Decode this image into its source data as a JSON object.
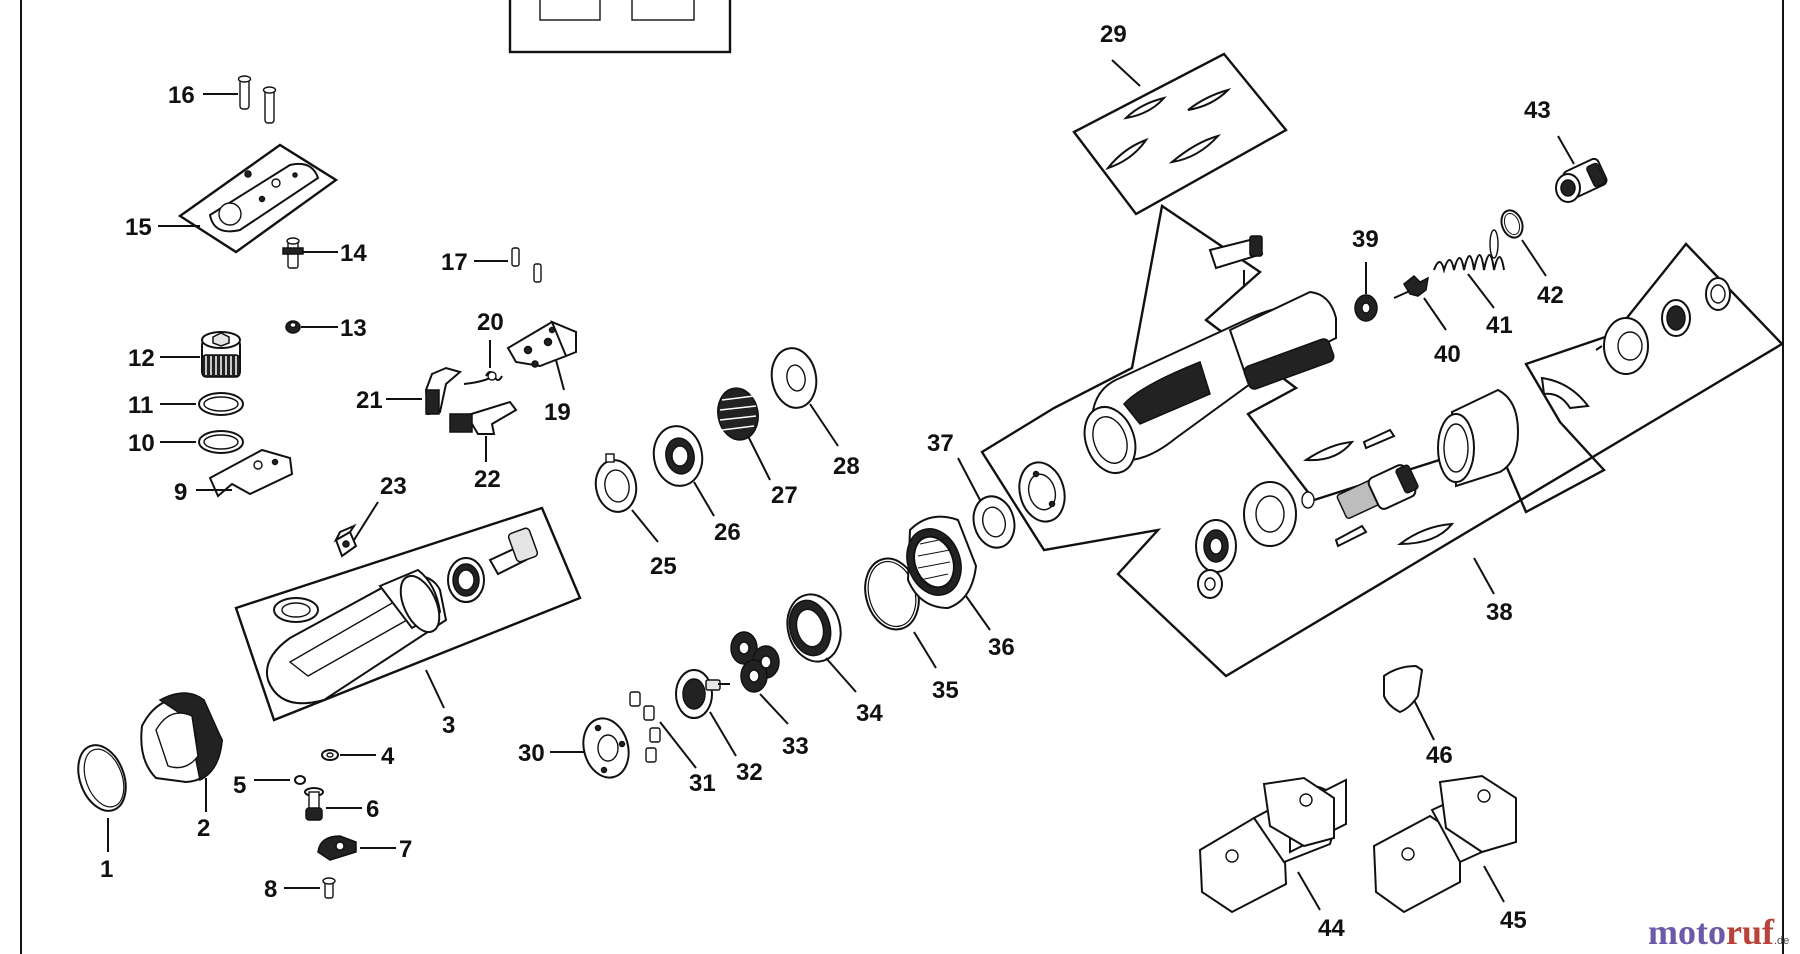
{
  "callouts": {
    "c1": "1",
    "c2": "2",
    "c3": "3",
    "c4": "4",
    "c5": "5",
    "c6": "6",
    "c7": "7",
    "c8": "8",
    "c9": "9",
    "c10": "10",
    "c11": "11",
    "c12": "12",
    "c13": "13",
    "c14": "14",
    "c15": "15",
    "c16": "16",
    "c17": "17",
    "c19": "19",
    "c20": "20",
    "c21": "21",
    "c22": "22",
    "c23": "23",
    "c25": "25",
    "c26": "26",
    "c27": "27",
    "c28": "28",
    "c29": "29",
    "c30": "30",
    "c31": "31",
    "c32": "32",
    "c33": "33",
    "c34": "34",
    "c35": "35",
    "c36": "36",
    "c37": "37",
    "c38": "38",
    "c39": "39",
    "c40": "40",
    "c41": "41",
    "c42": "42",
    "c43": "43",
    "c44": "44",
    "c45": "45",
    "c46": "46"
  },
  "watermark": {
    "part1": "moto",
    "part2": "ruf",
    "suffix": ".de"
  },
  "colors": {
    "line": "#111111",
    "watermark_purple": "#6a5aa8",
    "watermark_red": "#b8433a"
  }
}
